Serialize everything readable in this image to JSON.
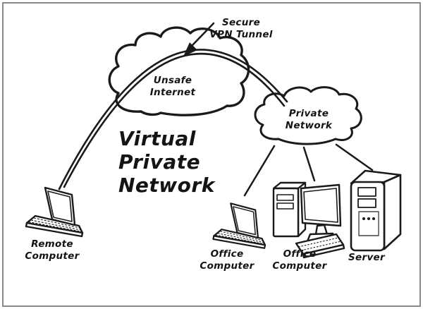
{
  "diagram": {
    "kind": "vpn-network-diagram",
    "background_color": "#ffffff",
    "frame_color": "#8a8a8a",
    "ink_color": "#1a1a1a"
  },
  "title": {
    "line1": "Virtual",
    "line2": "Private",
    "line3": "Network"
  },
  "tunnel_label": {
    "line1": "Secure",
    "line2": "VPN Tunnel"
  },
  "clouds": {
    "unsafe_internet": {
      "line1": "Unsafe",
      "line2": "Internet"
    },
    "private_network": {
      "line1": "Private",
      "line2": "Network"
    }
  },
  "devices": {
    "remote_computer": {
      "line1": "Remote",
      "line2": "Computer"
    },
    "office_laptop": {
      "line1": "Office",
      "line2": "Computer"
    },
    "office_desktop": {
      "line1": "Office",
      "line2": "Computer"
    },
    "server": {
      "line1": "Server"
    }
  },
  "connections": [
    {
      "from": "Remote Computer",
      "to": "Private Network",
      "via": "Secure VPN Tunnel through Unsafe Internet"
    },
    {
      "from": "Private Network",
      "to": "Office Computer (laptop)"
    },
    {
      "from": "Private Network",
      "to": "Office Computer (desktop)"
    },
    {
      "from": "Private Network",
      "to": "Server"
    }
  ]
}
